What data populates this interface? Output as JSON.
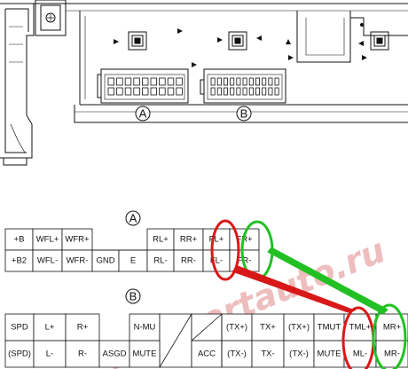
{
  "labels": {
    "connector_a": "A",
    "connector_b": "B",
    "watermark": "www.ertauto.ru"
  },
  "connector_a": {
    "top": [
      "+B",
      "WFL+",
      "WFR+",
      "",
      "",
      "RL+",
      "RR+",
      "FL+",
      "FR+"
    ],
    "bottom": [
      "+B2",
      "WFL-",
      "WFR-",
      "GND",
      "E",
      "RL-",
      "RR-",
      "FL-",
      "FR-"
    ]
  },
  "connector_b": {
    "top": [
      "SPD",
      "L+",
      "R+",
      "",
      "N-MU",
      "",
      "",
      "(TX+)",
      "TX+",
      "(TX+)",
      "TMUT",
      "TML+",
      "MR+"
    ],
    "bottom": [
      "(SPD)",
      "L-",
      "R-",
      "ASGD",
      "MUTE",
      "",
      "ACC",
      "(TX-)",
      "TX-",
      "(TX-)",
      "MUTE",
      "ML-",
      "MR-"
    ]
  },
  "colors": {
    "highlight_front": "#d81818",
    "highlight_rear": "#22c022",
    "line": "#111111",
    "watermark": "#e9a8a8"
  },
  "icons": [
    "radio-unit-drawing",
    "connector-a-socket",
    "connector-b-socket"
  ]
}
